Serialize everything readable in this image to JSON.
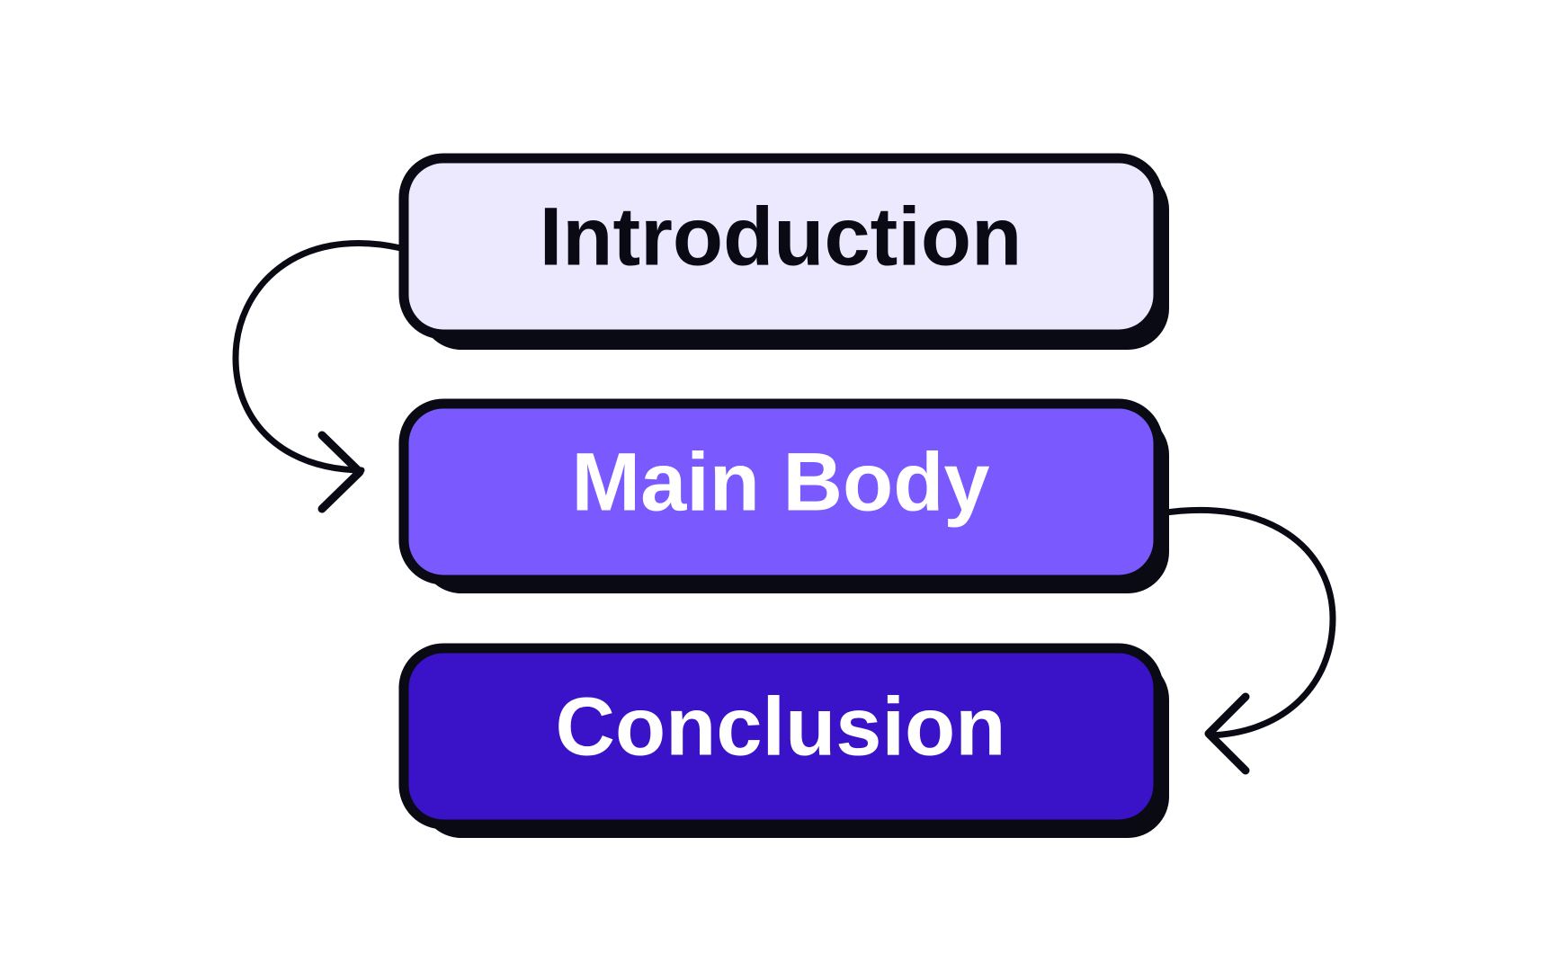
{
  "diagram": {
    "boxes": [
      {
        "id": "introduction",
        "label": "Introduction",
        "fill": "#ece8fe",
        "text_color": "#0a0a14"
      },
      {
        "id": "main-body",
        "label": "Main Body",
        "fill": "#7a5afe",
        "text_color": "#ffffff"
      },
      {
        "id": "conclusion",
        "label": "Conclusion",
        "fill": "#3a12c8",
        "text_color": "#ffffff"
      }
    ],
    "arrows": [
      {
        "from": "introduction",
        "to": "main-body"
      },
      {
        "from": "main-body",
        "to": "conclusion"
      }
    ],
    "colors": {
      "outline": "#0a0a14",
      "shadow": "#0a0a14",
      "background": "#ffffff"
    }
  }
}
